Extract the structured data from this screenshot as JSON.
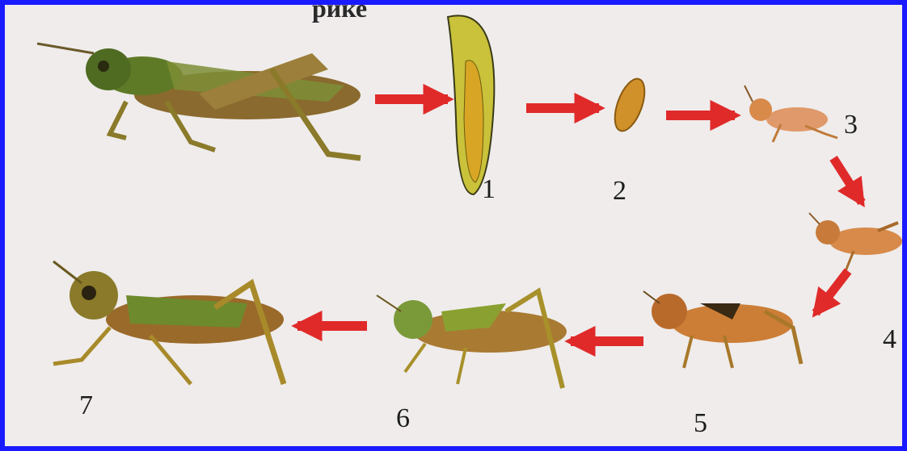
{
  "header_fragment": "рике",
  "stages": [
    {
      "label": "1"
    },
    {
      "label": "2"
    },
    {
      "label": "3"
    },
    {
      "label": "4"
    },
    {
      "label": "5"
    },
    {
      "label": "6"
    },
    {
      "label": "7"
    }
  ],
  "colors": {
    "border": "#1a1aff",
    "arrow": "#e02a2a",
    "adult_green": "#6b8a2a",
    "nymph_orange": "#d88a4a",
    "egg_pod": "#c9c23a"
  }
}
